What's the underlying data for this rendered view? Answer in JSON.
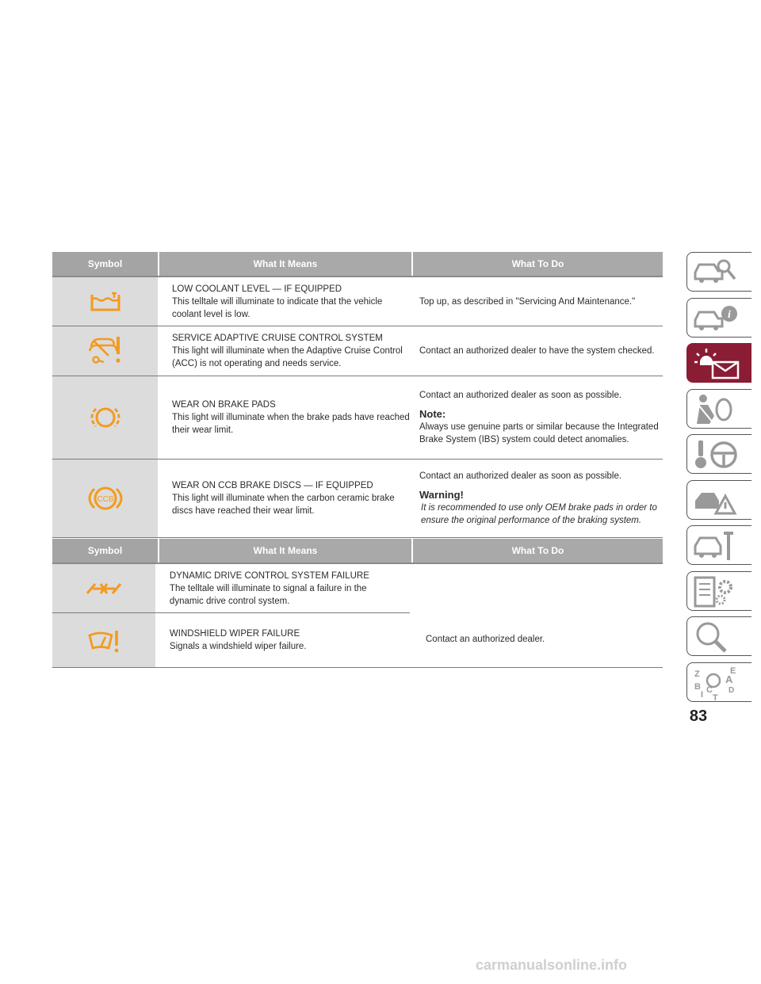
{
  "table1": {
    "headers": {
      "symbol": "Symbol",
      "means": "What It Means",
      "todo": "What To Do"
    },
    "rows": [
      {
        "icon": "coolant-level-icon",
        "title": "LOW COOLANT LEVEL — IF EQUIPPED",
        "desc": "This telltale will illuminate to indicate that the vehicle coolant level is low.",
        "todo": "Top up, as described in \"Servicing And Maintenance.\""
      },
      {
        "icon": "acc-service-icon",
        "title": "SERVICE ADAPTIVE CRUISE CONTROL SYSTEM",
        "desc": "This light will illuminate when the Adaptive Cruise Control (ACC) is not operating and needs service.",
        "todo": "Contact an authorized dealer to have the system checked."
      },
      {
        "icon": "brake-pad-wear-icon",
        "title": "WEAR ON BRAKE PADS",
        "desc": "This light will illuminate when the brake pads have reached their wear limit.",
        "todo": "Contact an authorized dealer as soon as possible.",
        "note_heading": "Note:",
        "note_text": "Always use genuine parts or similar because the Integrated Brake System (IBS) system could detect anomalies."
      },
      {
        "icon": "ccb-brake-disc-icon",
        "icon_text": "CCB",
        "title": "WEAR ON CCB BRAKE DISCS — IF EQUIPPED",
        "desc": "This light will illuminate when the carbon ceramic brake discs have reached their wear limit.",
        "todo": "Contact an authorized dealer as soon as possible.",
        "note_heading": "Warning!",
        "note_text": "It is recommended to use only OEM brake pads in order to ensure the original performance of the braking system."
      }
    ]
  },
  "table2": {
    "headers": {
      "symbol": "Symbol",
      "means": "What It Means",
      "todo": "What To Do"
    },
    "rows": [
      {
        "icon": "dynamic-drive-control-icon",
        "title": "DYNAMIC DRIVE CONTROL SYSTEM FAILURE",
        "desc": "The telltale will illuminate to signal a failure in the dynamic drive control system."
      },
      {
        "icon": "windshield-wiper-failure-icon",
        "title": "WINDSHIELD WIPER FAILURE",
        "desc": "Signals a windshield wiper failure."
      }
    ],
    "shared_todo": "Contact an authorized dealer."
  },
  "sidebar_tabs": [
    "car-search-icon",
    "car-info-icon",
    "warning-light-message-icon",
    "seatbelt-airbag-icon",
    "key-steering-icon",
    "car-crash-warning-icon",
    "car-service-tools-icon",
    "specs-gears-icon",
    "magnifier-icon",
    "index-letters-icon"
  ],
  "index_letters": [
    "Z",
    "E",
    "A",
    "B",
    "C",
    "D",
    "I",
    "T"
  ],
  "page_number": "83",
  "watermark": "carmanualsonline.info",
  "colors": {
    "icon_orange": "#f39a1e",
    "active_tab": "#8a1c34",
    "header_gray": "#a9a9a9",
    "symbol_bg": "#dcdcdc"
  }
}
